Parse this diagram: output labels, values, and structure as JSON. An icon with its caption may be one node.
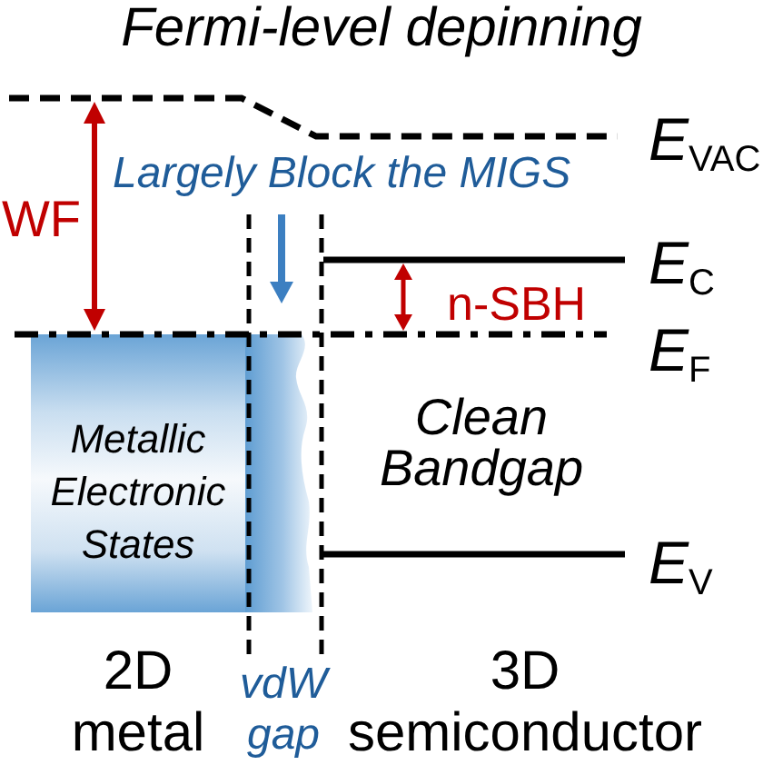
{
  "diagram": {
    "title": "Fermi-level depinning",
    "nodes": [
      {
        "text": [
          "Metallic Electronic States"
        ]
      },
      {
        "text": [],
        "shape": "box"
      }
    ],
    "labels": [
      "*E*$_{VAC}$",
      "Largely Block the MIGS",
      "WF",
      "*E*$_{C}$",
      "n-SBH",
      "*E*$_{F}$",
      "Clean Bandgap",
      "*E*$_{V}$",
      "2D metal",
      "vdW gap",
      "3D semiconductor"
    ]
  }
}
